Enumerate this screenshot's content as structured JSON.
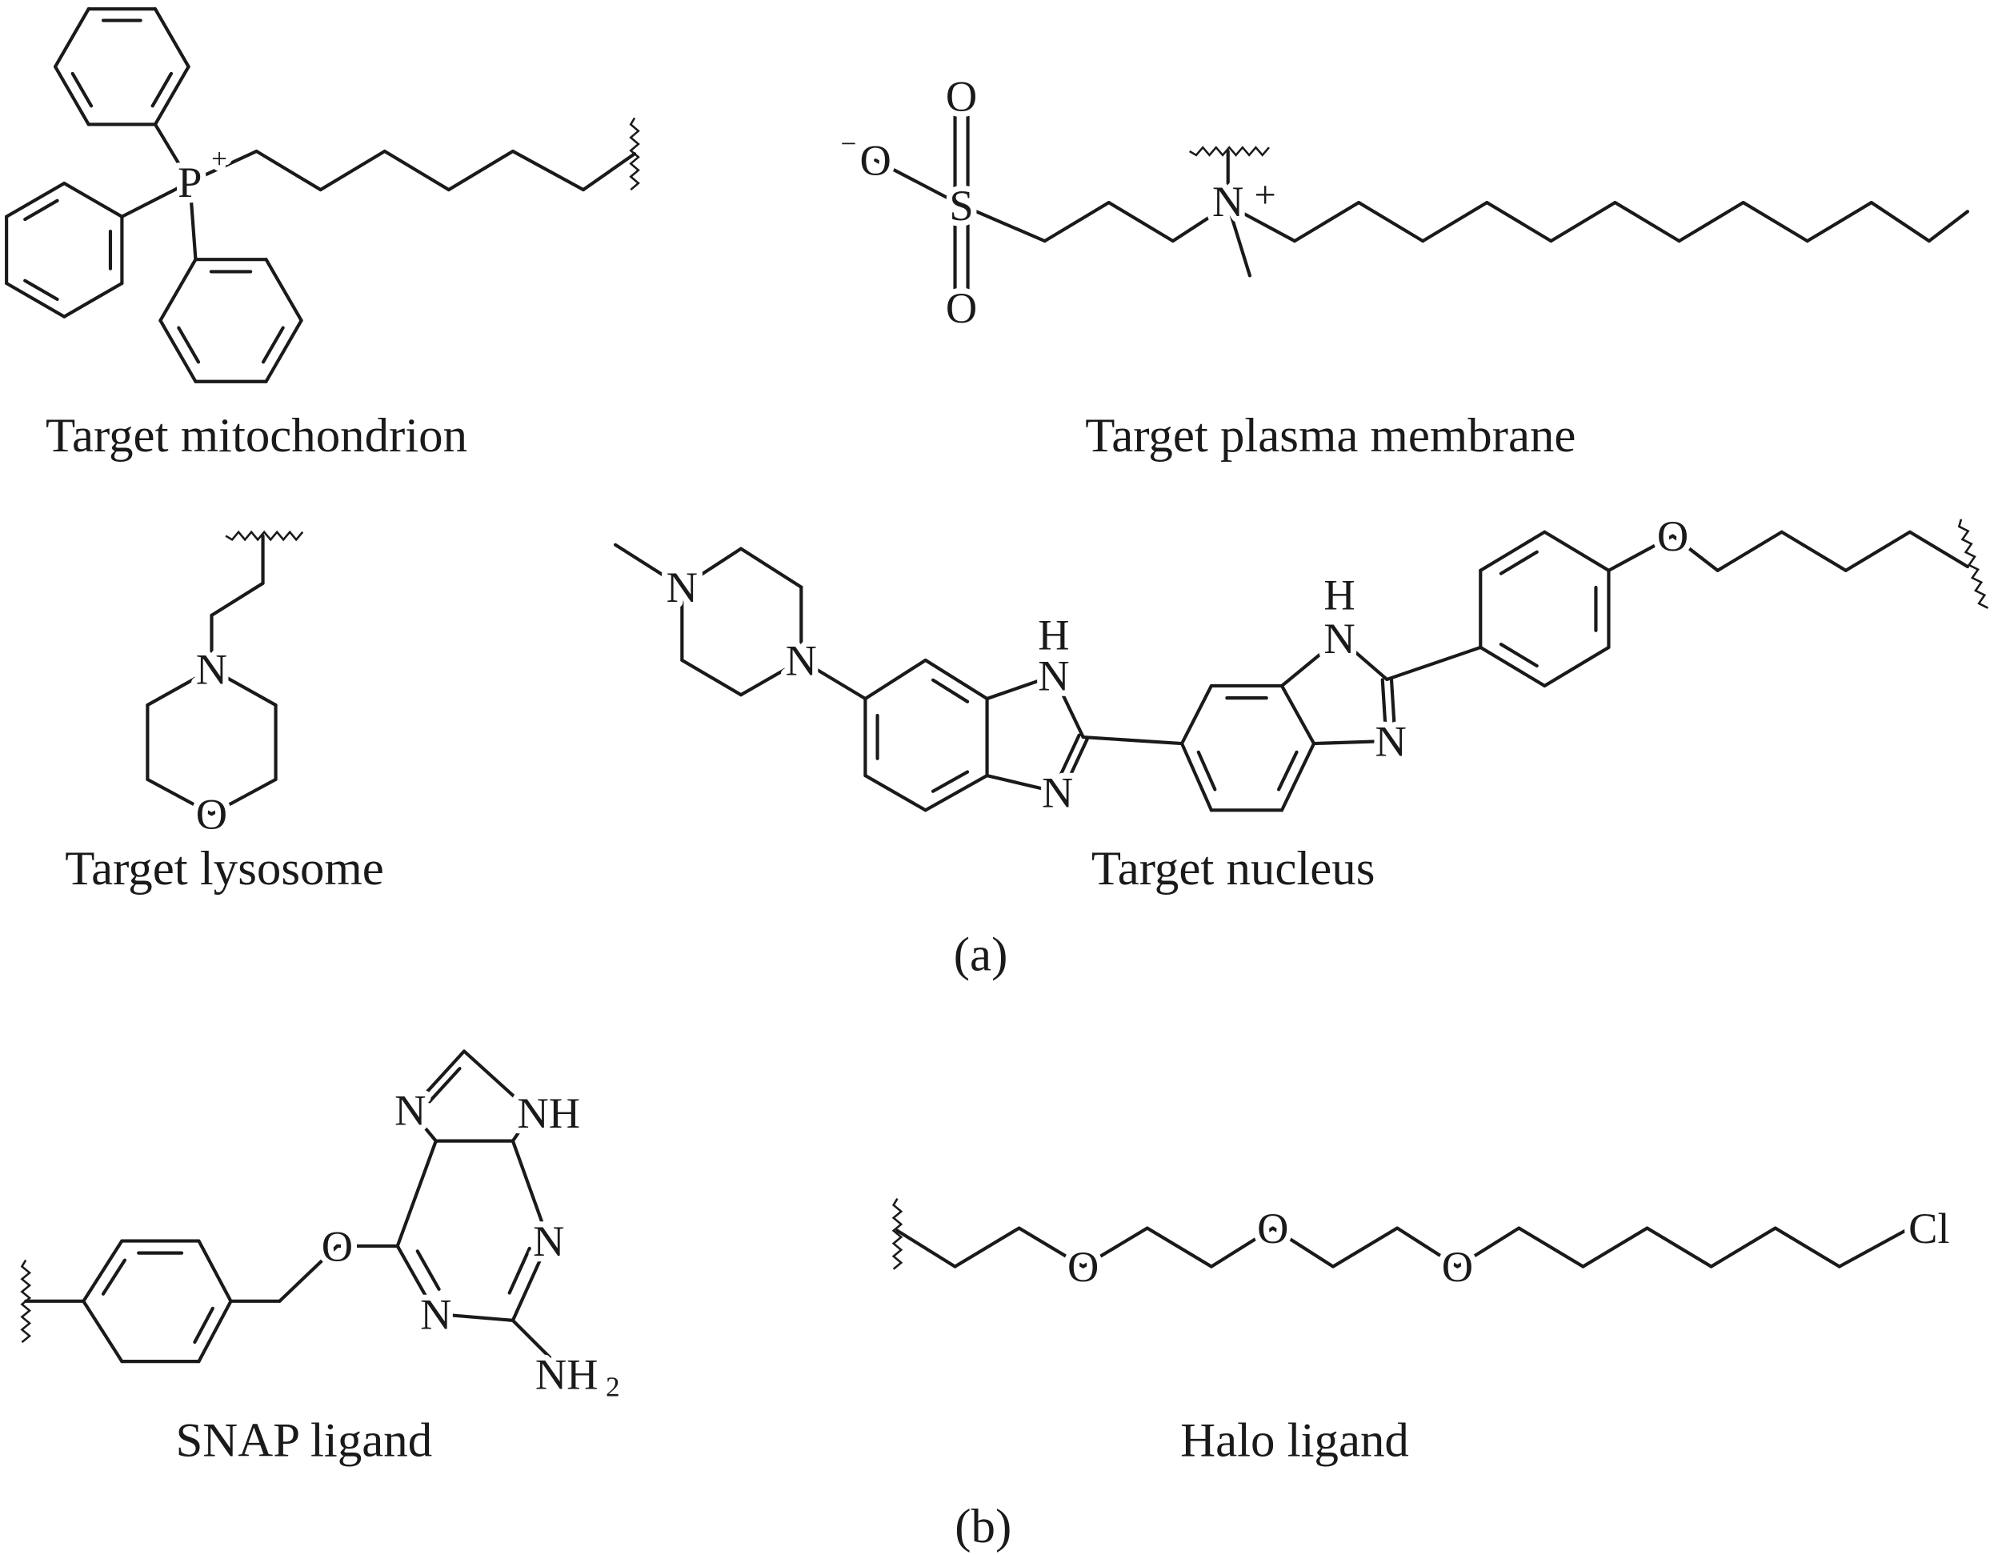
{
  "panel_a": {
    "label": "(a)",
    "mitochondrion": {
      "caption": "Target mitochondrion",
      "atoms": {
        "p": "P",
        "charge": "+"
      }
    },
    "plasma_membrane": {
      "caption": "Target plasma membrane",
      "atoms": {
        "o_minus": "O",
        "minus": "−",
        "s": "S",
        "o_top": "O",
        "o_bottom": "O",
        "n": "N",
        "charge": "+"
      }
    },
    "lysosome": {
      "caption": "Target lysosome",
      "atoms": {
        "n": "N",
        "o": "O"
      }
    },
    "nucleus": {
      "caption": "Target nucleus",
      "atoms": {
        "n1": "N",
        "n2": "N",
        "nh1": "N",
        "h1": "H",
        "n3": "N",
        "nh2": "N",
        "h2": "H",
        "n4": "N",
        "o": "O"
      }
    }
  },
  "panel_b": {
    "label": "(b)",
    "snap": {
      "caption": "SNAP ligand",
      "atoms": {
        "o": "O",
        "n7": "N",
        "nh": "NH",
        "n3": "N",
        "n1": "N",
        "nh2": "NH",
        "nh2_sub": "2"
      }
    },
    "halo": {
      "caption": "Halo ligand",
      "atoms": {
        "o1": "O",
        "o2": "O",
        "o3": "O",
        "cl": "Cl"
      }
    }
  }
}
